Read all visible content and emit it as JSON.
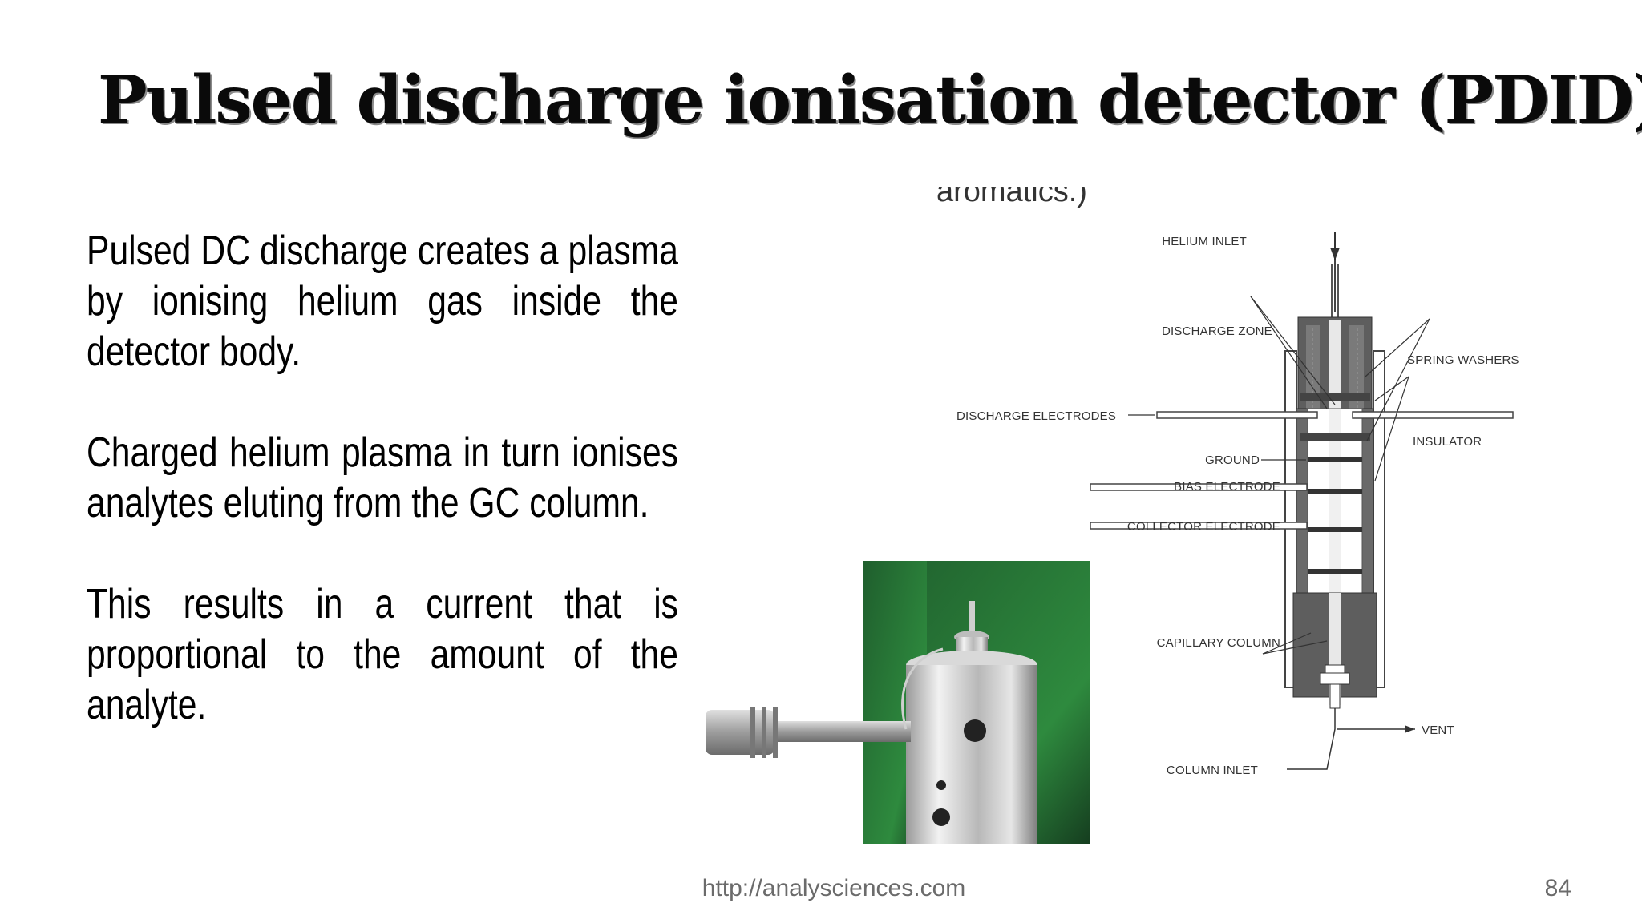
{
  "slide": {
    "title": "Pulsed discharge ionisation detector (PDID)",
    "paragraphs": [
      "Pulsed DC discharge creates a plasma by ionising helium gas inside the detector body.",
      "Charged helium plasma in turn ionises analytes eluting from the GC column.",
      "This results in a current that is proportional to the amount of the analyte."
    ],
    "cropped_text": "aromatics.)",
    "footer_url": "http://analysciences.com",
    "page_number": "84"
  },
  "diagram": {
    "labels": {
      "helium_inlet": "HELIUM INLET",
      "discharge_zone": "DISCHARGE ZONE",
      "spring_washers": "SPRING WASHERS",
      "discharge_electrodes": "DISCHARGE ELECTRODES",
      "insulator": "INSULATOR",
      "ground": "GROUND",
      "bias_electrode": "BIAS ELECTRODE",
      "collector_electrode": "COLLECTOR ELECTRODE",
      "capillary_column": "CAPILLARY COLUMN",
      "vent": "VENT",
      "column_inlet": "COLUMN INLET"
    }
  }
}
